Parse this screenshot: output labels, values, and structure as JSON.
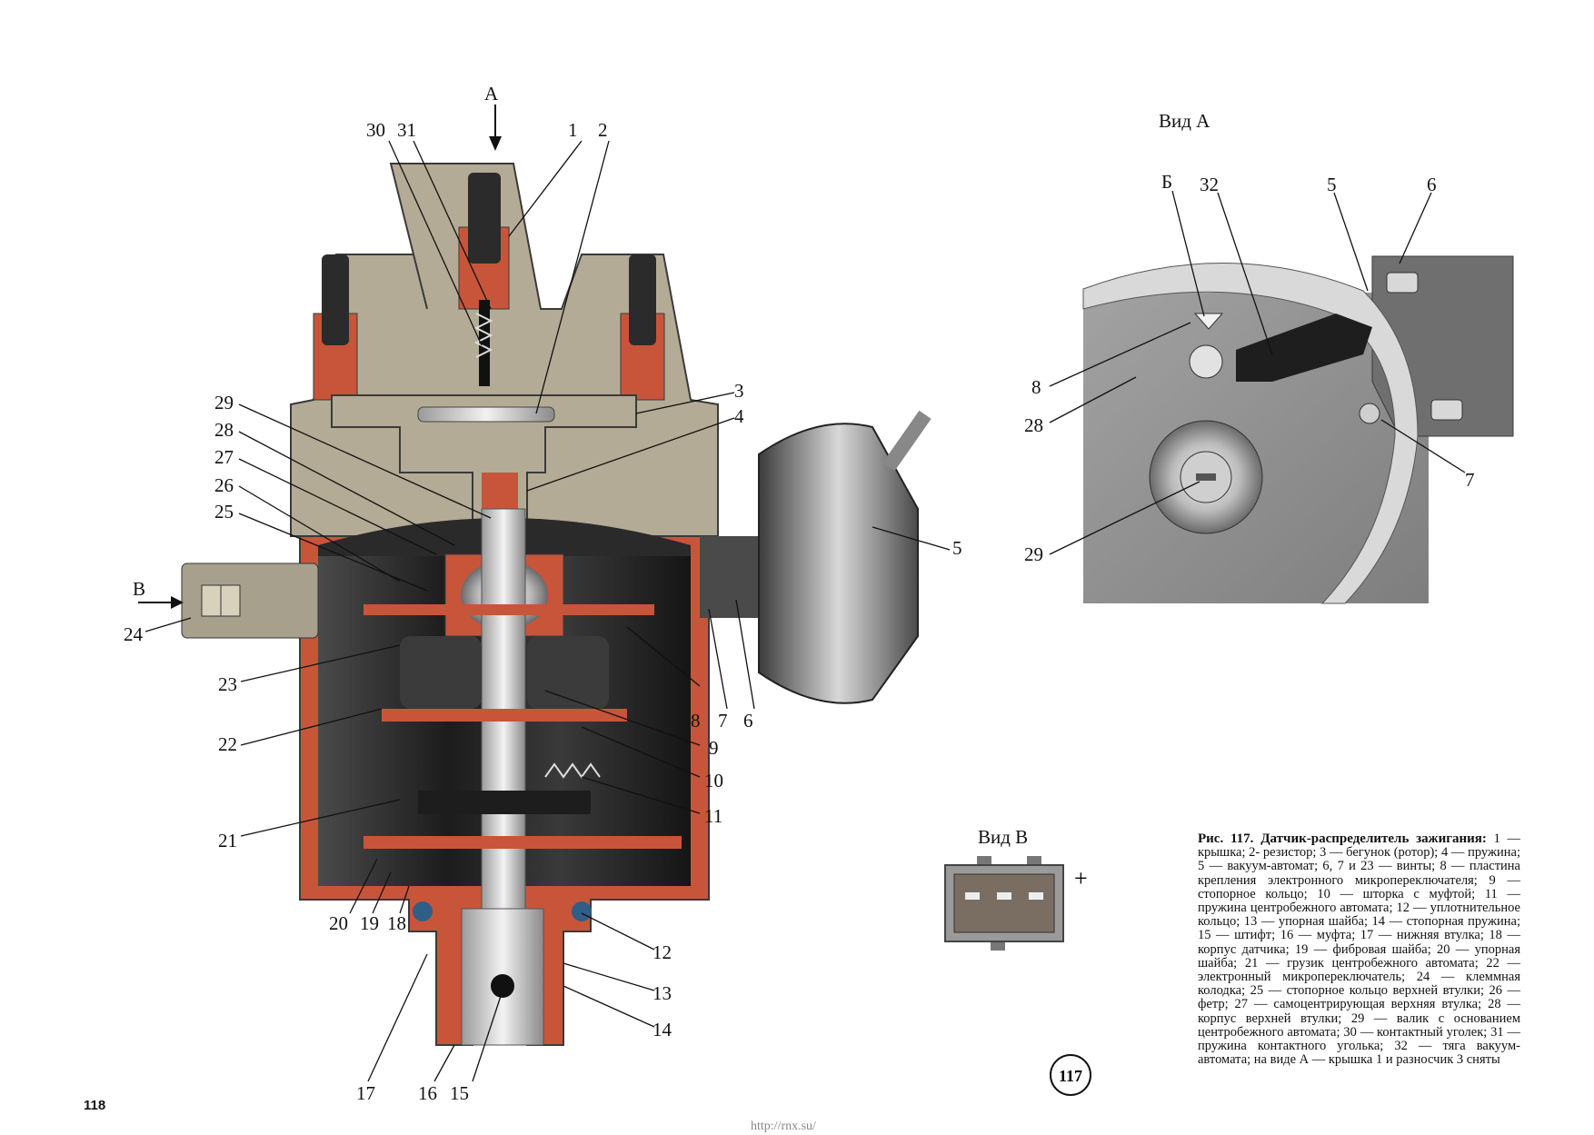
{
  "figure": {
    "number_badge": "117",
    "page_number": "118",
    "url": "http://rnx.su/"
  },
  "main_view": {
    "arrow_labels": {
      "a": "А",
      "b": "В"
    },
    "callouts": [
      "1",
      "2",
      "3",
      "4",
      "5",
      "6",
      "7",
      "8",
      "9",
      "10",
      "11",
      "12",
      "13",
      "14",
      "15",
      "16",
      "17",
      "18",
      "19",
      "20",
      "21",
      "22",
      "23",
      "24",
      "25",
      "26",
      "27",
      "28",
      "29",
      "30",
      "31"
    ]
  },
  "view_a": {
    "title": "Вид А",
    "callouts": [
      "Б",
      "32",
      "5",
      "6",
      "8",
      "28",
      "7",
      "29"
    ]
  },
  "view_b": {
    "title": "Вид В",
    "plus": "+"
  },
  "caption": {
    "title": "Рис. 117. Датчик-распределитель зажигания:",
    "body": "1 — крышка; 2- резистор; 3 — бегунок (ротор); 4 — пружина; 5 — вакуум-автомат; 6, 7 и 23 — винты; 8 — пластина крепления электронного микропереключателя; 9 — стопорное кольцо; 10 — шторка с муфтой; 11 — пружина центробежного автомата; 12 — уплотнительное кольцо; 13 — упорная шайба; 14 — стопорная пружина; 15 — штифт; 16 — муфта; 17 — нижняя втулка; 18 — корпус датчика; 19 — фибровая шайба; 20 — упорная шайба; 21 — грузик центробежного автомата; 22 — электронный микропереключатель; 24 — клеммная колодка; 25 — стопорное кольцо верхней втулки; 26 — фетр; 27 — самоцентрирующая верхняя втулка; 28 — корпус верхней втулки; 29 — валик с основанием центробежного автомата; 30 — контактный уголек; 31 — пружина контактного уголька; 32 — тяга вакуум-автомата; на виде А — крышка 1 и разносчик 3 сняты"
  },
  "colors": {
    "cap": "#b3ab95",
    "copper": "#c8553a",
    "dark_body": "#2a2a2a",
    "steel": "#9a9a9a",
    "plate_gray": "#8e8e8e"
  }
}
